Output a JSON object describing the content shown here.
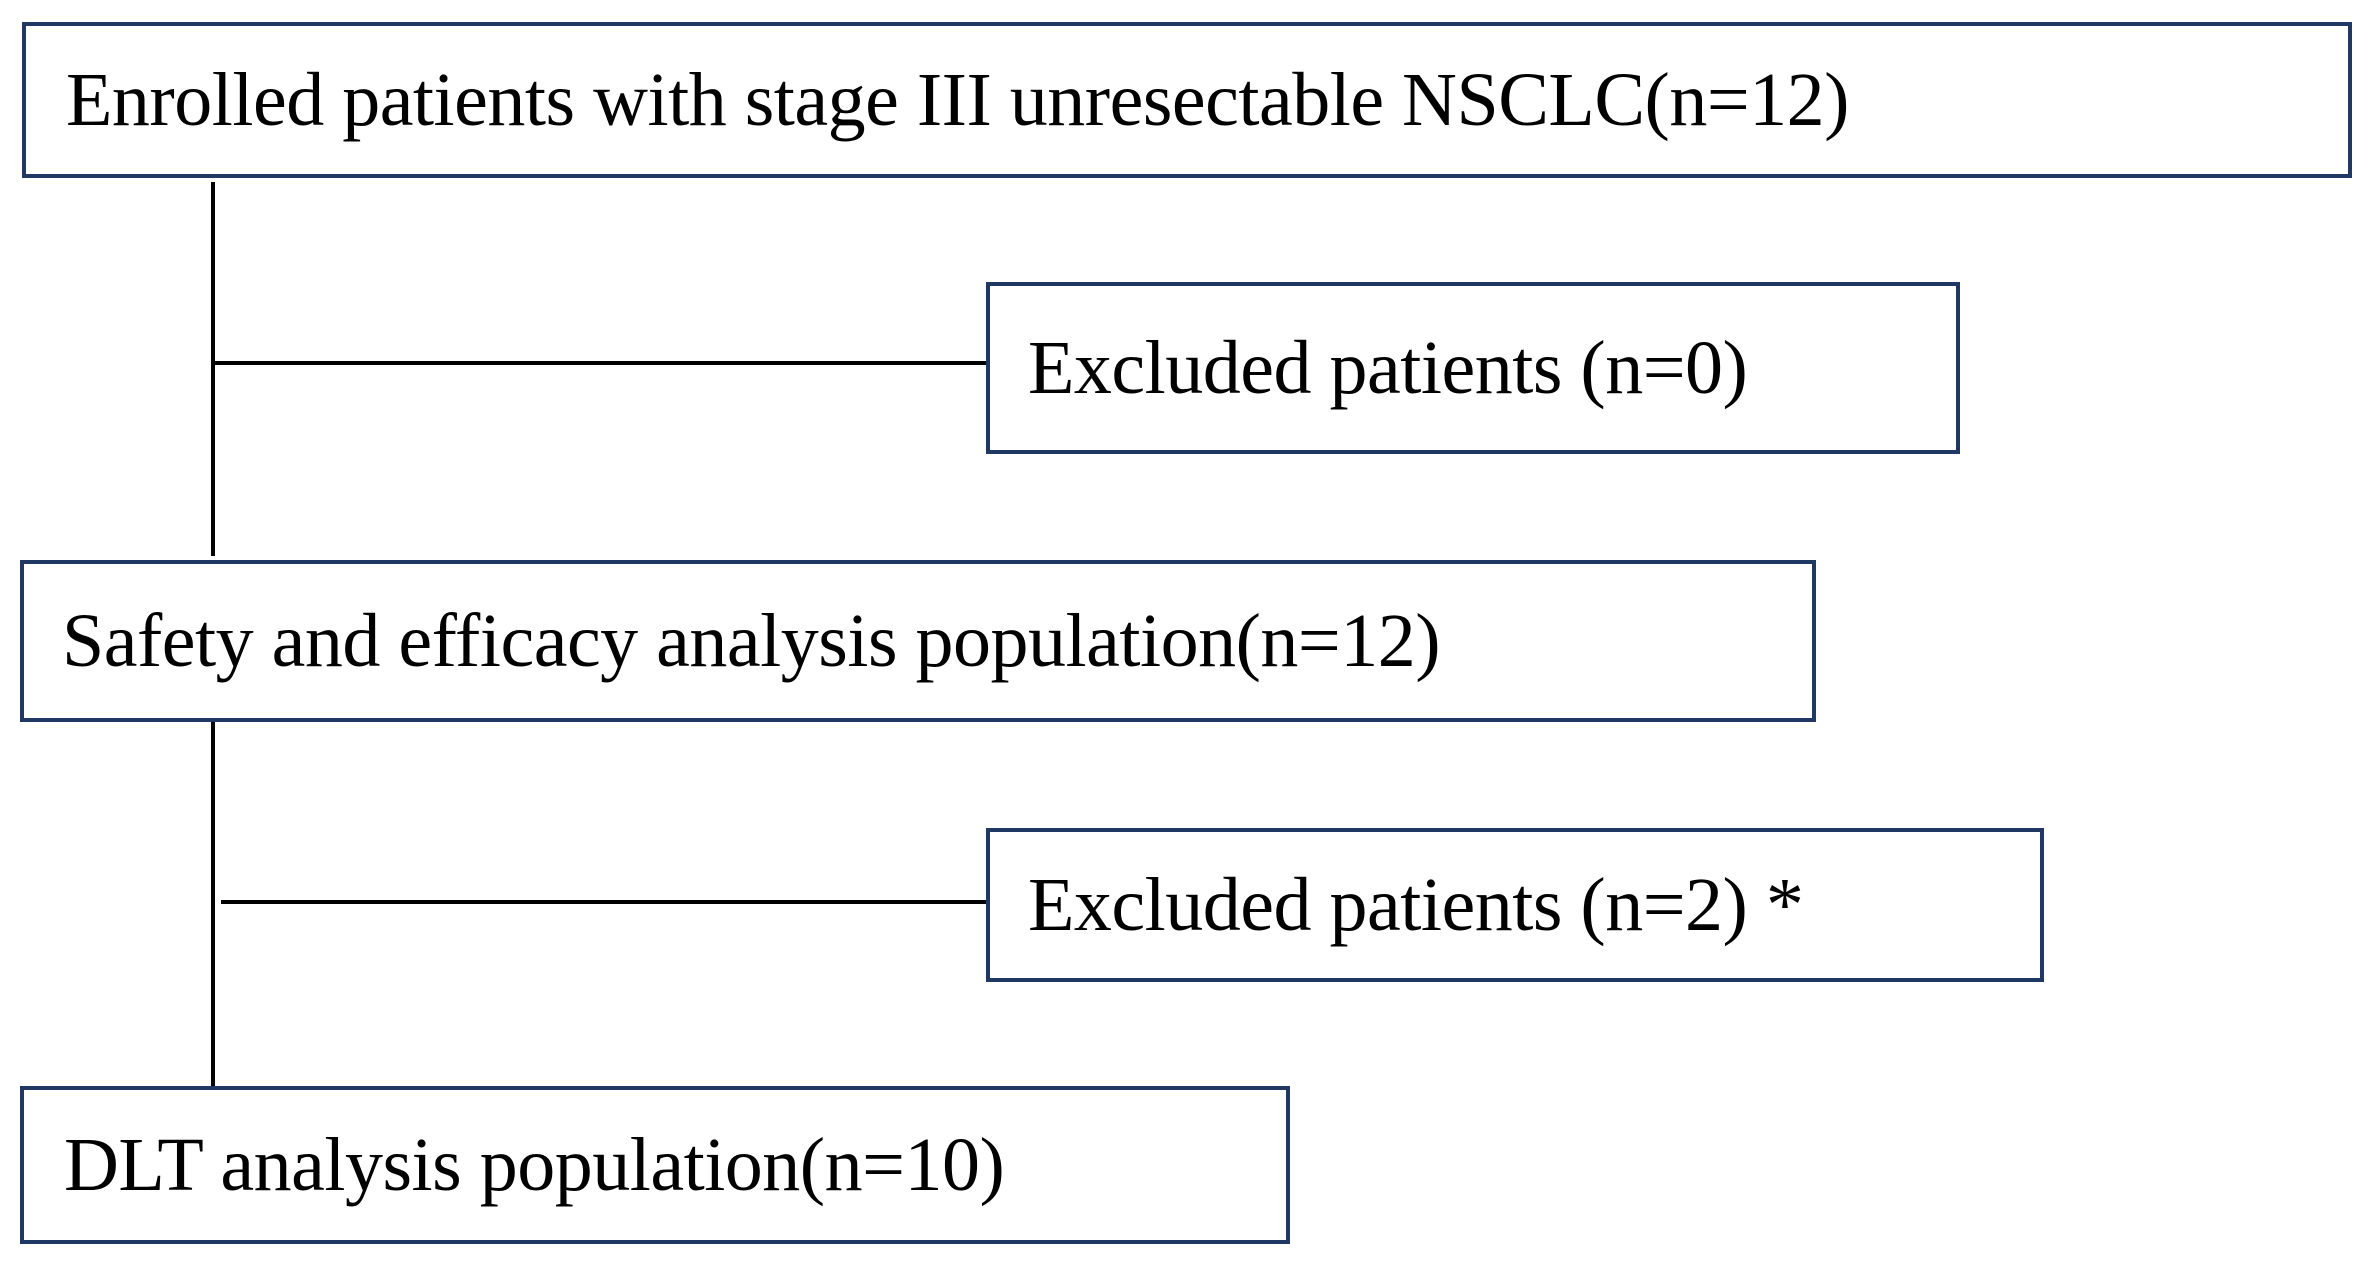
{
  "diagram": {
    "boxes": {
      "enrolled": "Enrolled patients with stage III  unresectable NSCLC(n=12)",
      "excluded_first": "Excluded patients (n=0)",
      "safety": "Safety and efficacy analysis population(n=12)",
      "excluded_second": "Excluded patients (n=2) *",
      "dlt": "DLT analysis population(n=10)"
    },
    "colors": {
      "box_border": "#1f3864",
      "connector": "#000000",
      "text": "#000000",
      "background": "#ffffff"
    }
  }
}
